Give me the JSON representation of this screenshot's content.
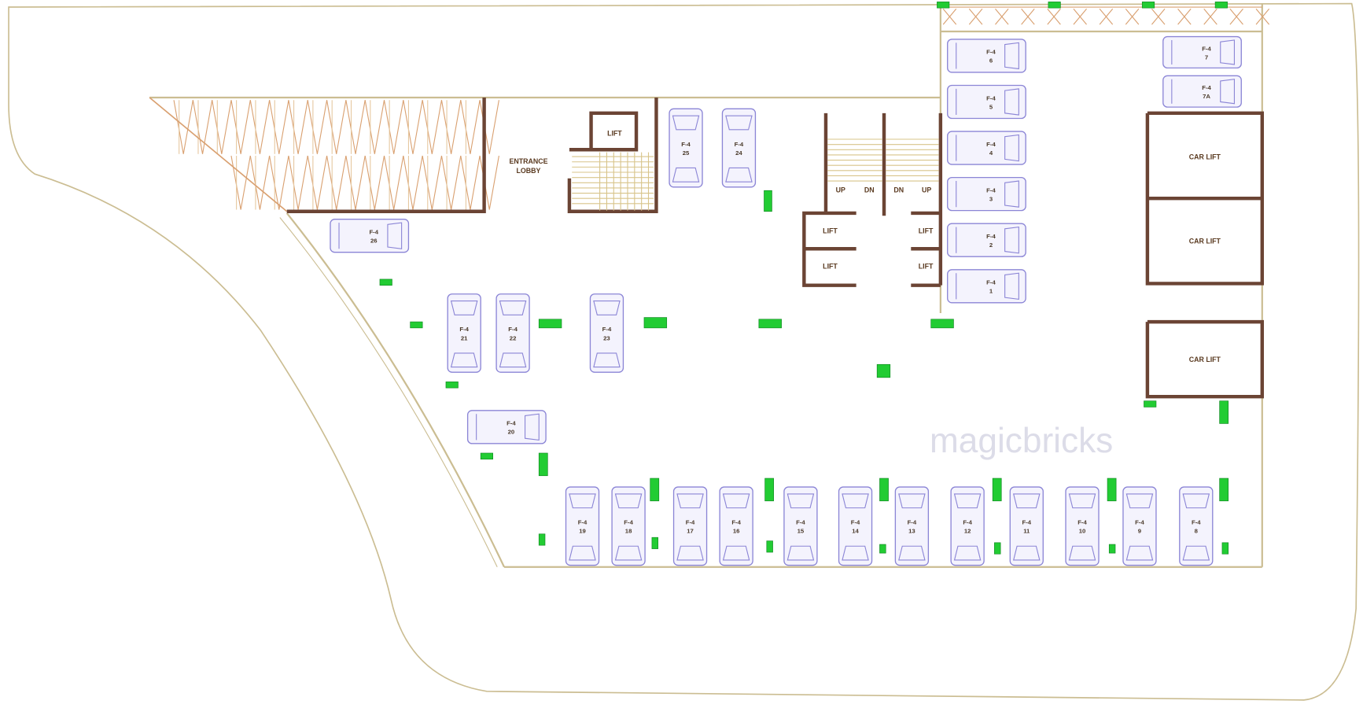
{
  "watermark": "magicbricks",
  "rooms": {
    "entrance_lobby_line1": "ENTRANCE",
    "entrance_lobby_line2": "LOBBY",
    "lift": "LIFT",
    "car_lift": "CAR LIFT",
    "up": "UP",
    "dn": "DN"
  },
  "cars": [
    {
      "label": "F-4",
      "number": "25"
    },
    {
      "label": "F-4",
      "number": "24"
    },
    {
      "label": "F-4",
      "number": "26"
    },
    {
      "label": "F-4",
      "number": "21"
    },
    {
      "label": "F-4",
      "number": "22"
    },
    {
      "label": "F-4",
      "number": "23"
    },
    {
      "label": "F-4",
      "number": "20"
    },
    {
      "label": "F-4",
      "number": "19"
    },
    {
      "label": "F-4",
      "number": "18"
    },
    {
      "label": "F-4",
      "number": "17"
    },
    {
      "label": "F-4",
      "number": "16"
    },
    {
      "label": "F-4",
      "number": "15"
    },
    {
      "label": "F-4",
      "number": "14"
    },
    {
      "label": "F-4",
      "number": "13"
    },
    {
      "label": "F-4",
      "number": "12"
    },
    {
      "label": "F-4",
      "number": "11"
    },
    {
      "label": "F-4",
      "number": "10"
    },
    {
      "label": "F-4",
      "number": "9"
    },
    {
      "label": "F-4",
      "number": "8"
    },
    {
      "label": "F-4",
      "number": "6"
    },
    {
      "label": "F-4",
      "number": "5"
    },
    {
      "label": "F-4",
      "number": "4"
    },
    {
      "label": "F-4",
      "number": "3"
    },
    {
      "label": "F-4",
      "number": "2"
    },
    {
      "label": "F-4",
      "number": "1"
    },
    {
      "label": "F-4",
      "number": "7"
    },
    {
      "label": "F-4",
      "number": "7A"
    }
  ],
  "colors": {
    "wall": "#6b4434",
    "outline": "#c9b98a",
    "car": "#8b85d6",
    "column": "#22cc33",
    "ramp": "#d9a070"
  }
}
